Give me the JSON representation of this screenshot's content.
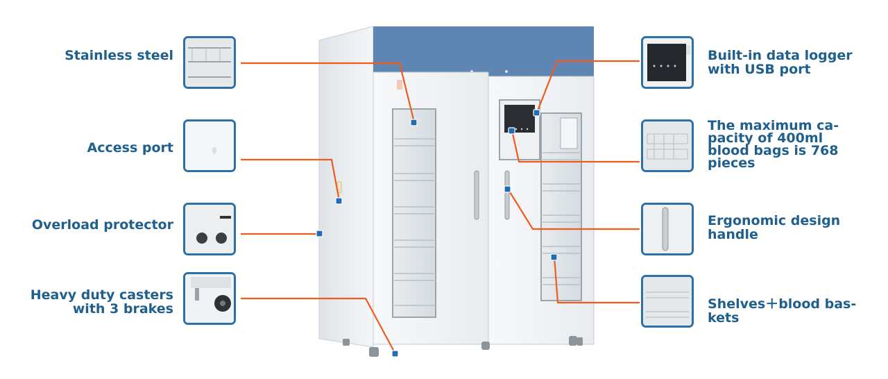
{
  "colors": {
    "label": "#1f5f8e",
    "leader": "#f05a1e",
    "dot": "#1f6eb5",
    "top_panel": "#5f86b3"
  },
  "features_left": [
    {
      "text": "Stainless steel",
      "icon": "shelf-thumbnail"
    },
    {
      "text": "Access port",
      "icon": "port-thumbnail"
    },
    {
      "text": "Overload protector",
      "icon": "breaker-thumbnail"
    },
    {
      "text": "Heavy duty casters\nwith 3 brakes",
      "icon": "caster-thumbnail"
    }
  ],
  "features_right": [
    {
      "text": "Built-in data logger\nwith USB port",
      "icon": "controller-thumbnail"
    },
    {
      "text": "The maximum ca-\npacity of 400ml\nblood bags is 768\npieces",
      "icon": "basket-thumbnail"
    },
    {
      "text": "Ergonomic design\nhandle",
      "icon": "handle-thumbnail"
    },
    {
      "text": "Shelves＋blood bas-\nkets",
      "icon": "shelves-thumbnail"
    }
  ]
}
